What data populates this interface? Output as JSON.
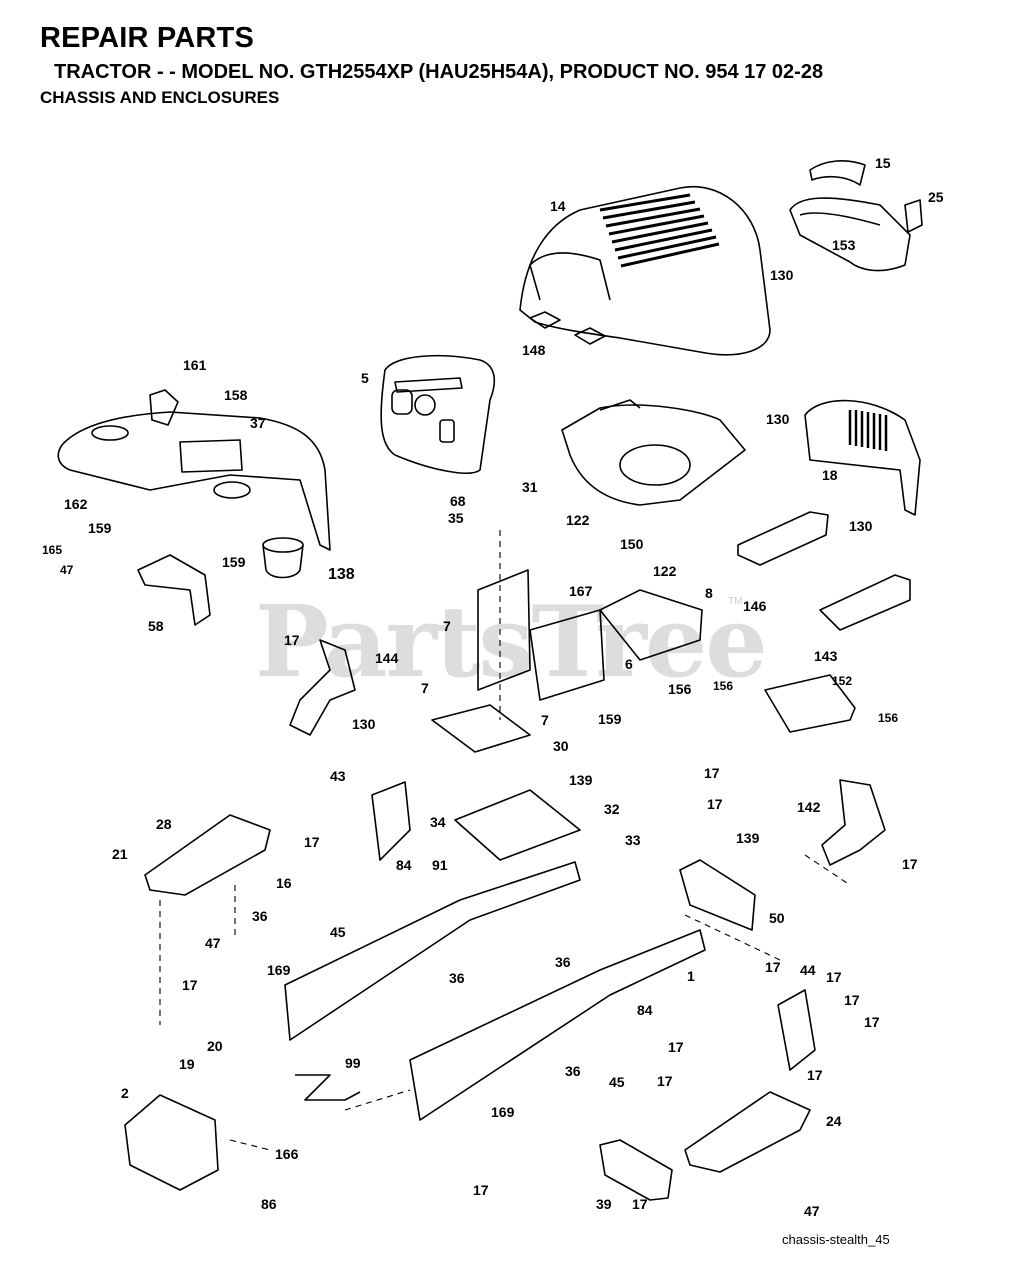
{
  "header": {
    "title": "REPAIR PARTS",
    "subtitle": "TRACTOR - - MODEL NO. GTH2554XP (HAU25H54A), PRODUCT NO. 954 17 02-28",
    "section": "CHASSIS AND ENCLOSURES"
  },
  "watermark": {
    "text": "PartsTree",
    "mark": "TM"
  },
  "footer": {
    "drawing_id": "chassis-stealth_45"
  },
  "callouts": [
    "14",
    "15",
    "25",
    "153",
    "130",
    "148",
    "161",
    "158",
    "37",
    "5",
    "162",
    "159",
    "165",
    "47",
    "58",
    "138",
    "159",
    "68",
    "31",
    "35",
    "122",
    "150",
    "122",
    "130",
    "18",
    "130",
    "167",
    "8",
    "7",
    "6",
    "146",
    "143",
    "17",
    "144",
    "7",
    "130",
    "7",
    "159",
    "156",
    "30",
    "156",
    "152",
    "156",
    "43",
    "139",
    "17",
    "17",
    "32",
    "34",
    "33",
    "139",
    "142",
    "28",
    "17",
    "84",
    "91",
    "21",
    "16",
    "17",
    "45",
    "50",
    "36",
    "47",
    "169",
    "17",
    "36",
    "36",
    "1",
    "17",
    "44",
    "17",
    "17",
    "17",
    "84",
    "20",
    "19",
    "17",
    "17",
    "99",
    "45",
    "17",
    "36",
    "169",
    "2",
    "166",
    "24",
    "86",
    "17",
    "39",
    "17",
    "47"
  ],
  "colors": {
    "line": "#000000",
    "watermark": "#dddddd"
  }
}
